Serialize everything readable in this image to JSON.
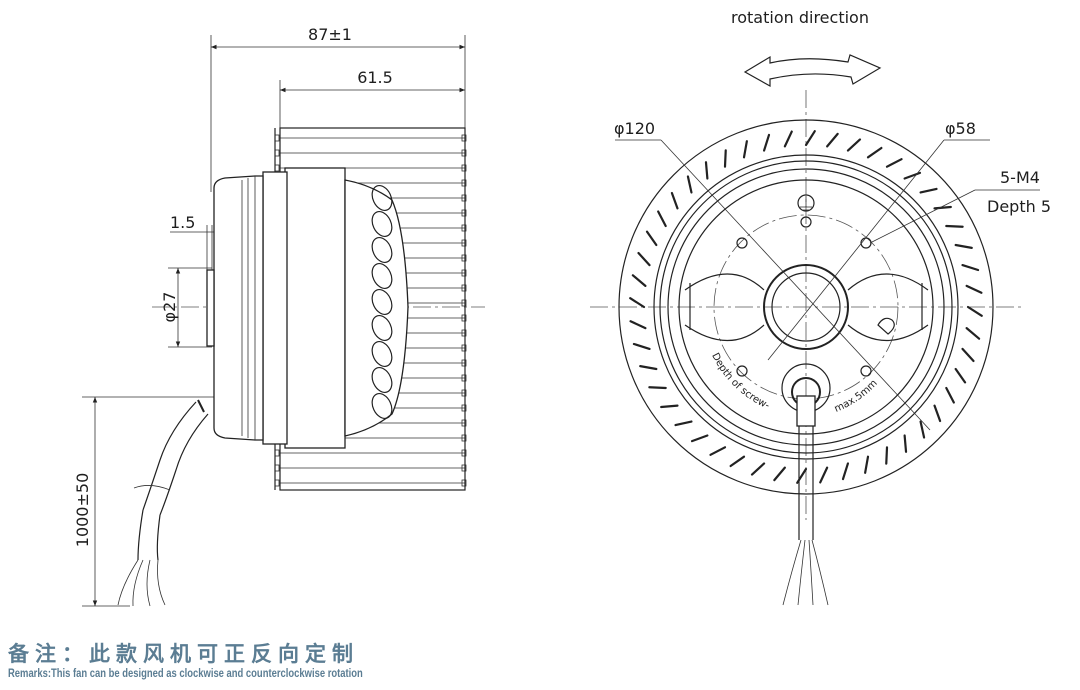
{
  "side_view": {
    "dim_total_length": "87±1",
    "dim_impeller_length": "61.5",
    "dim_flange": "1.5",
    "dim_hub_diameter": "φ27",
    "dim_cable_length": "1000±50"
  },
  "front_view": {
    "rotation_label": "rotation direction",
    "dim_outer_diameter": "φ120",
    "dim_hub_diameter": "φ58",
    "screw_spec": "5-M4",
    "screw_depth": "Depth 5",
    "label_depth_of_screw": "Depth of screw-",
    "label_max": "max.5mm"
  },
  "remarks": {
    "chinese": "备注：此款风机可正反向定制",
    "english": "Remarks:This fan can be designed as clockwise and counterclockwise rotation"
  },
  "colors": {
    "line": "#222222",
    "remarks": "#5b7d93"
  }
}
